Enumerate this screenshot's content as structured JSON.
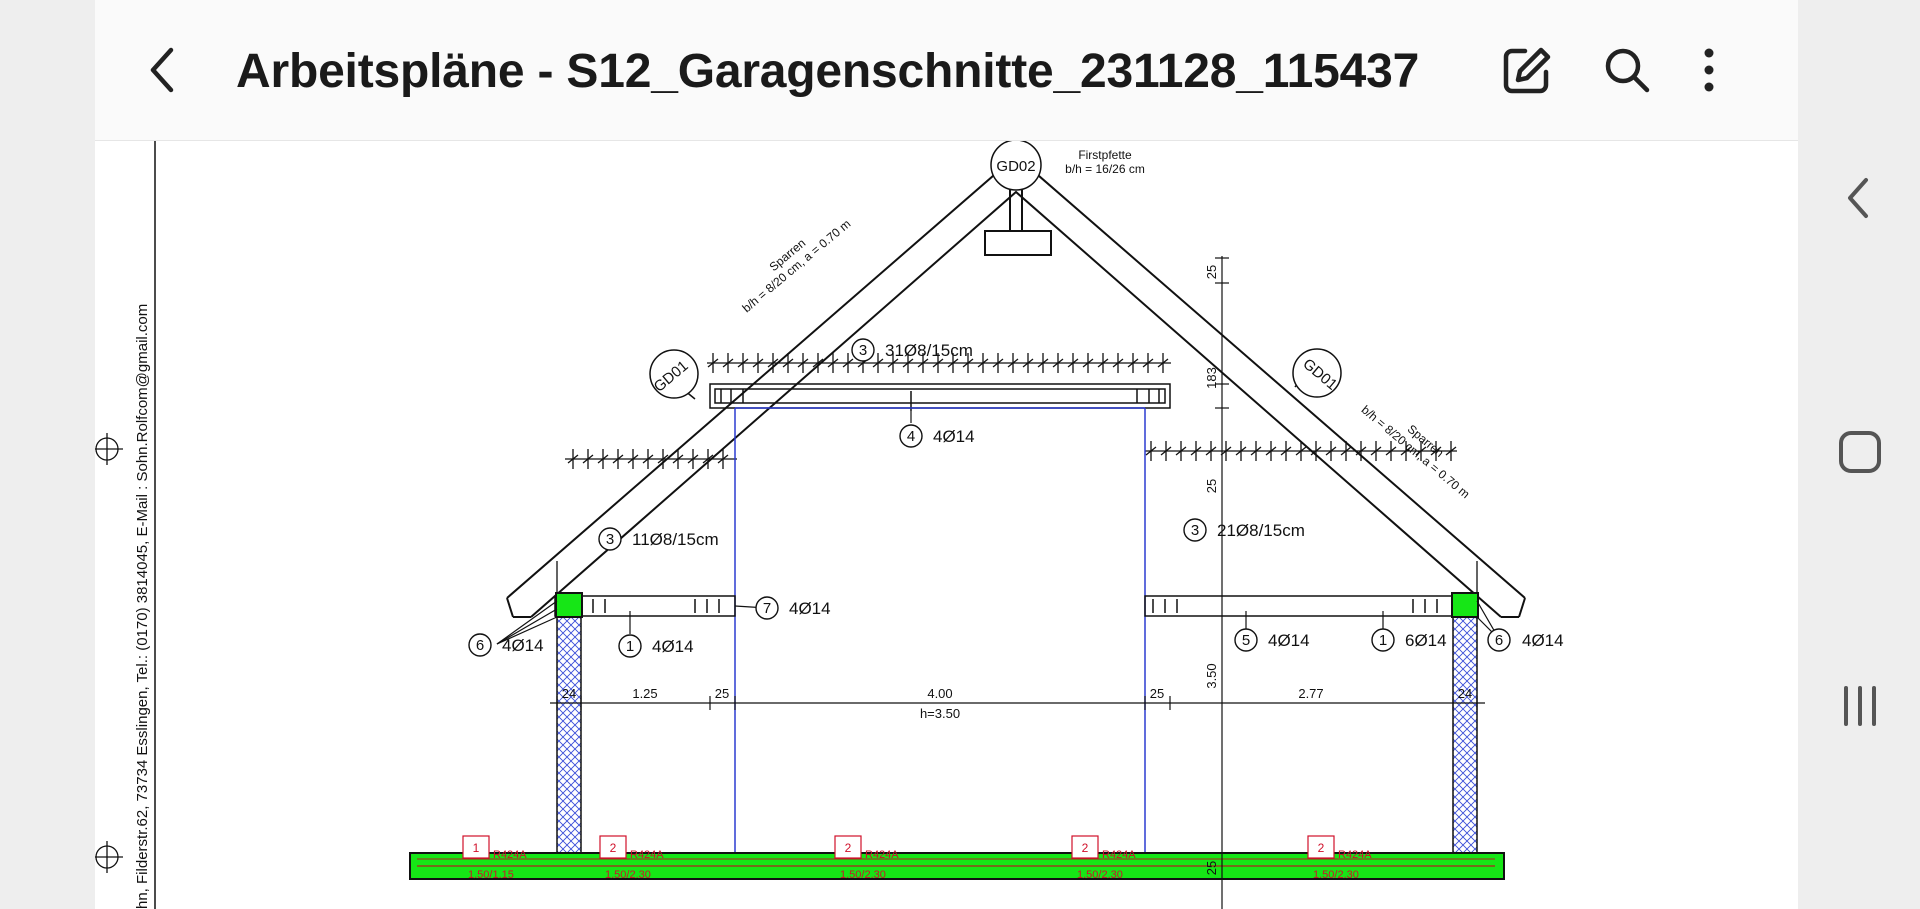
{
  "app": {
    "title": "Arbeitspläne - S12_Garagenschnitte_231128_115437",
    "back_icon": "back-arrow-icon",
    "edit_icon": "edit-pencil-icon",
    "search_icon": "search-icon",
    "more_icon": "more-vertical-icon"
  },
  "system_nav": {
    "back_icon": "nav-back-icon",
    "home_icon": "nav-home-icon",
    "recents_icon": "nav-recents-icon"
  },
  "drawing": {
    "margin_text": "hn, Filderstr.62, 73734 Esslingen, Tel.: (0170) 3814045, E-Mail : Sohn.Rolfcom@gmail.com",
    "ridge_label": "GD02",
    "purlin_title": "Firstpfette",
    "purlin_dims": "b/h = 16/26 cm",
    "left_rafter_marker": "GD01",
    "right_rafter_marker": "GD01",
    "rafter_title": "Sparren",
    "rafter_dims": "b/h = 8/20 cm, a = 0.70 m",
    "reinf_top_num": "3",
    "reinf_top": "31Ø8/15cm",
    "beam_mid_num": "4",
    "beam_mid": "4Ø14",
    "reinf_left_num": "3",
    "reinf_left": "11Ø8/15cm",
    "reinf_right_num": "3",
    "reinf_right": "21Ø8/15cm",
    "bar7_num": "7",
    "bar7": "4Ø14",
    "bar6_left_num": "6",
    "bar6_left": "4Ø14",
    "bar1_left_num": "1",
    "bar1_left": "4Ø14",
    "bar5_num": "5",
    "bar5": "4Ø14",
    "bar1_right_num": "1",
    "bar1_right": "6Ø14",
    "bar6_right_num": "6",
    "bar6_right": "4Ø14",
    "dims": {
      "wall_left": "24",
      "span_a": "1.25",
      "col_a": "25",
      "opening": "4.00",
      "opening_height": "h=3.50",
      "col_b": "25",
      "span_b": "2.77",
      "wall_right": "24",
      "vert_top": "25",
      "vert_mid": "183",
      "vert_beam": "25",
      "vert_height": "3.50",
      "vert_slab": "25"
    },
    "mats": [
      {
        "num": "1",
        "type": "R424A",
        "size": "1.50/1.15"
      },
      {
        "num": "2",
        "type": "R424A",
        "size": "1.50/2.30"
      },
      {
        "num": "2",
        "type": "R424A",
        "size": "1.50/2.30"
      },
      {
        "num": "2",
        "type": "R424A",
        "size": "1.50/2.30"
      },
      {
        "num": "2",
        "type": "R424A",
        "size": "1.50/2.30"
      }
    ],
    "colors": {
      "slab_fill": "#16e616",
      "line": "#111111",
      "blue_line": "#2b3bd0",
      "hatch": "#3a4ed8",
      "mat_label": "#d0102a"
    }
  }
}
